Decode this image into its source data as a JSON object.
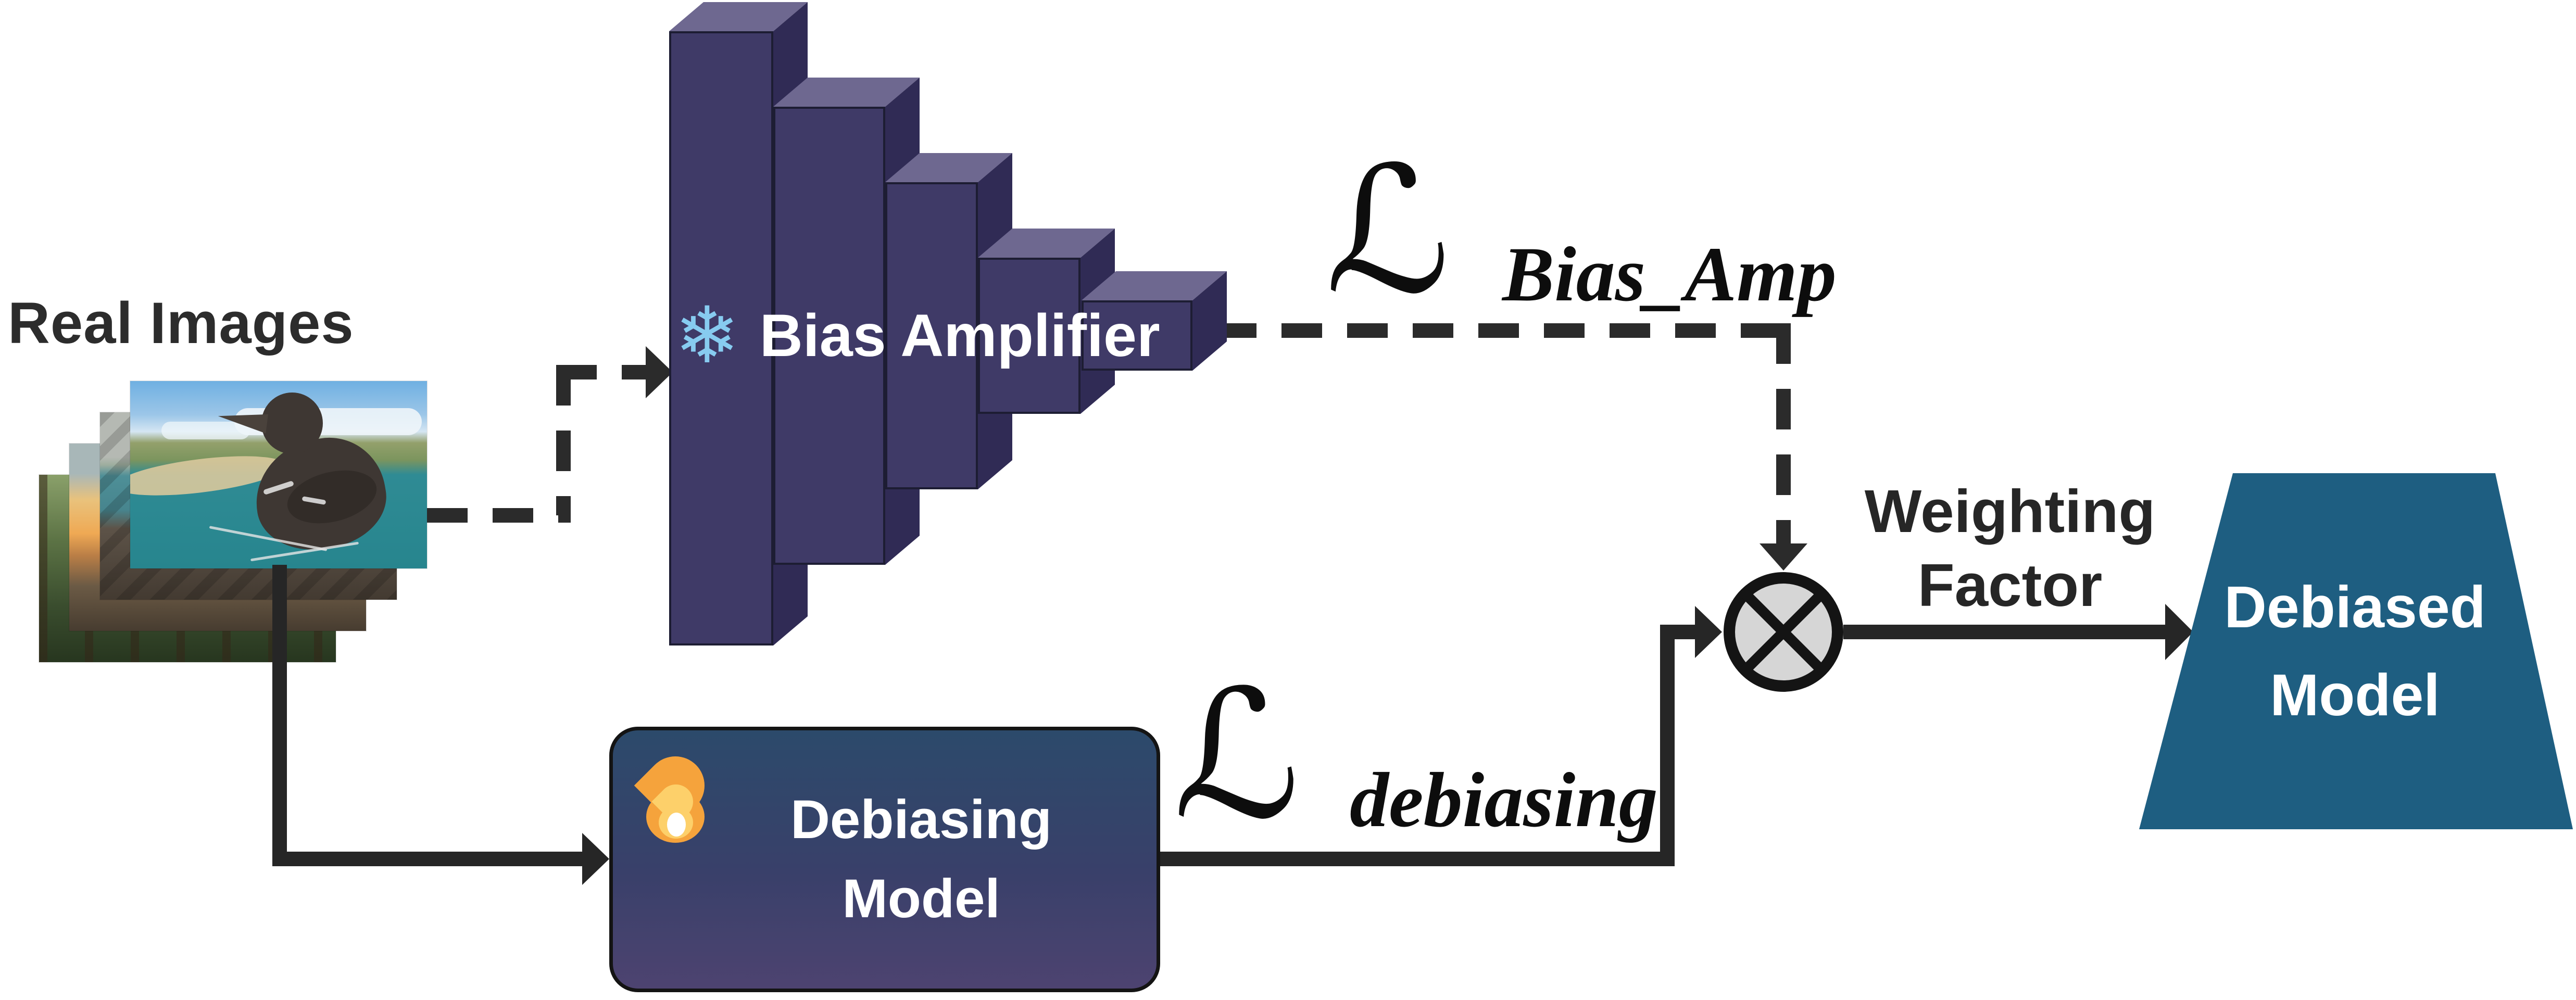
{
  "diagram": {
    "real_images_label": "Real Images",
    "bias_amplifier": {
      "label": "Bias Amplifier",
      "icon": "snowflake-icon",
      "icon_glyph": "❄",
      "frozen": true
    },
    "loss_bias_amp": {
      "symbol": "ℒ",
      "subscript": "Bias_Amp"
    },
    "loss_debiasing": {
      "symbol": "ℒ",
      "subscript": "debiasing"
    },
    "debiasing_model": {
      "line1": "Debiasing",
      "line2": "Model",
      "icon": "fire-icon",
      "trainable": true
    },
    "multiply_node": {
      "icon": "multiply-circle-icon",
      "symbol": "⊗"
    },
    "weighting_factor": {
      "line1": "Weighting",
      "line2": "Factor"
    },
    "debiased_model": {
      "line1": "Debiased",
      "line2": "Model"
    },
    "colors": {
      "block_front": "#3f3a67",
      "block_top": "#6e6890",
      "block_side": "#302b55",
      "box_gradient_top": "#2c4a6b",
      "box_gradient_bottom": "#4d4370",
      "trapezoid_fill": "#1e5e81",
      "node_fill": "#d6d6d6",
      "line_color": "#262626",
      "snowflake_blue": "#87cbf0",
      "flame_orange": "#f5a33c",
      "flame_yellow": "#fdd06a",
      "text_dark": "#262626",
      "text_light": "#ffffff"
    }
  }
}
